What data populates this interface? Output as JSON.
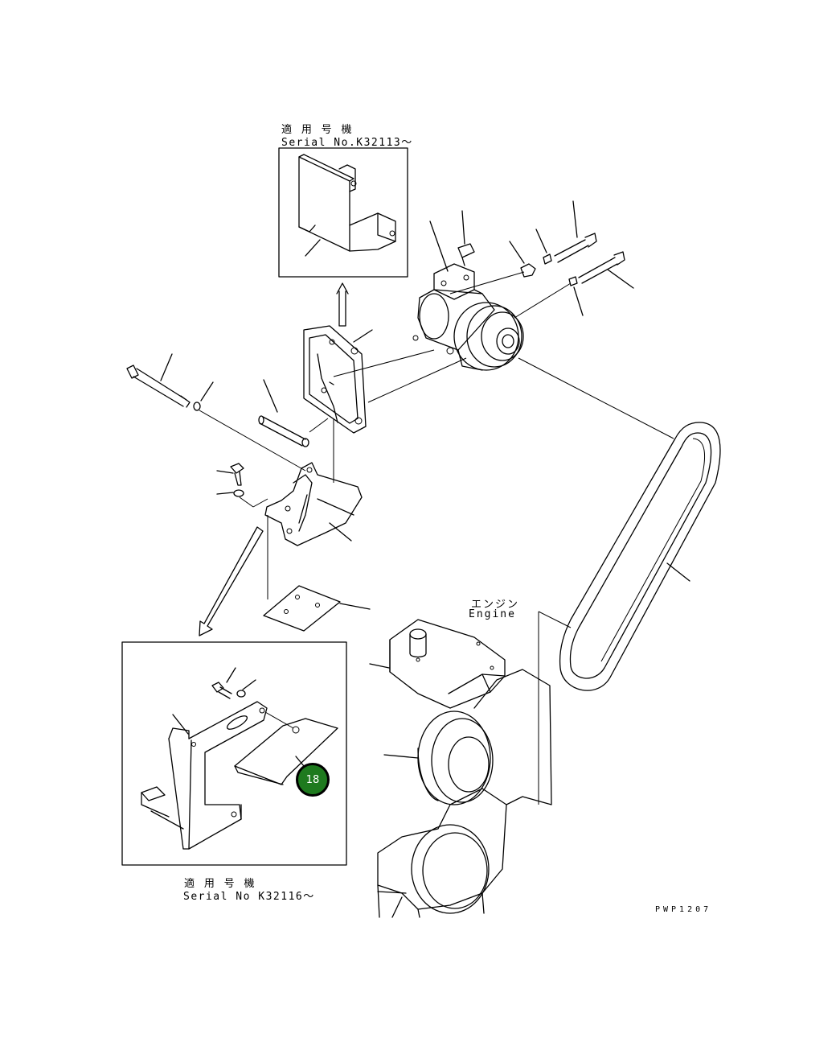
{
  "labels": {
    "top_jp": "適 用 号 機",
    "top_serial": "Serial No.K32113～",
    "bottom_jp": "適 用 号 機",
    "bottom_serial": "Serial No K32116～",
    "engine_jp": "エンジン",
    "engine_en": "Engine",
    "drawing_code": "PWP1207"
  },
  "callout": {
    "number": "18",
    "color": "#1e7a1e"
  }
}
